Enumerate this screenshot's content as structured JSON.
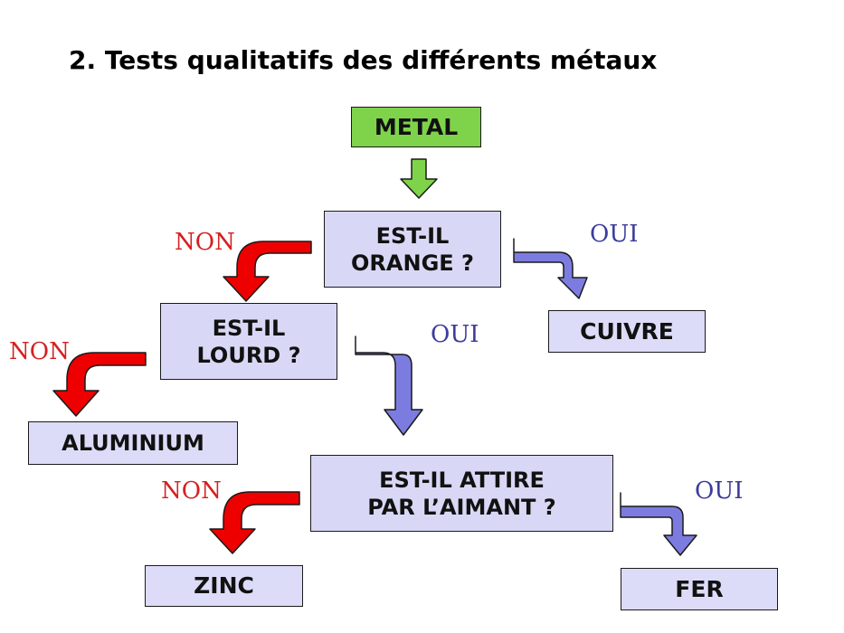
{
  "title": "2. Tests qualitatifs des différents métaux",
  "colors": {
    "start_box": "#7ED34A",
    "question_box": "#D8D8F6",
    "result_box": "#DCDCF8",
    "no_arrow": "#EE0000",
    "yes_arrow": "#7C7CE0",
    "down_arrow": "#7ED34A",
    "no_label": "#D42020",
    "yes_label": "#3C3C9C"
  },
  "nodes": {
    "metal": {
      "lines": [
        "METAL"
      ]
    },
    "q_orange": {
      "lines": [
        "EST-IL",
        "ORANGE ?"
      ]
    },
    "cuivre": {
      "lines": [
        "CUIVRE"
      ]
    },
    "q_lourd": {
      "lines": [
        "EST-IL",
        "LOURD ?"
      ]
    },
    "aluminium": {
      "lines": [
        "ALUMINIUM"
      ]
    },
    "q_aimant": {
      "lines": [
        "EST-IL ATTIRE",
        "PAR L’AIMANT ?"
      ]
    },
    "zinc": {
      "lines": [
        "ZINC"
      ]
    },
    "fer": {
      "lines": [
        "FER"
      ]
    }
  },
  "labels": {
    "non": "NON",
    "oui": "OUI"
  }
}
